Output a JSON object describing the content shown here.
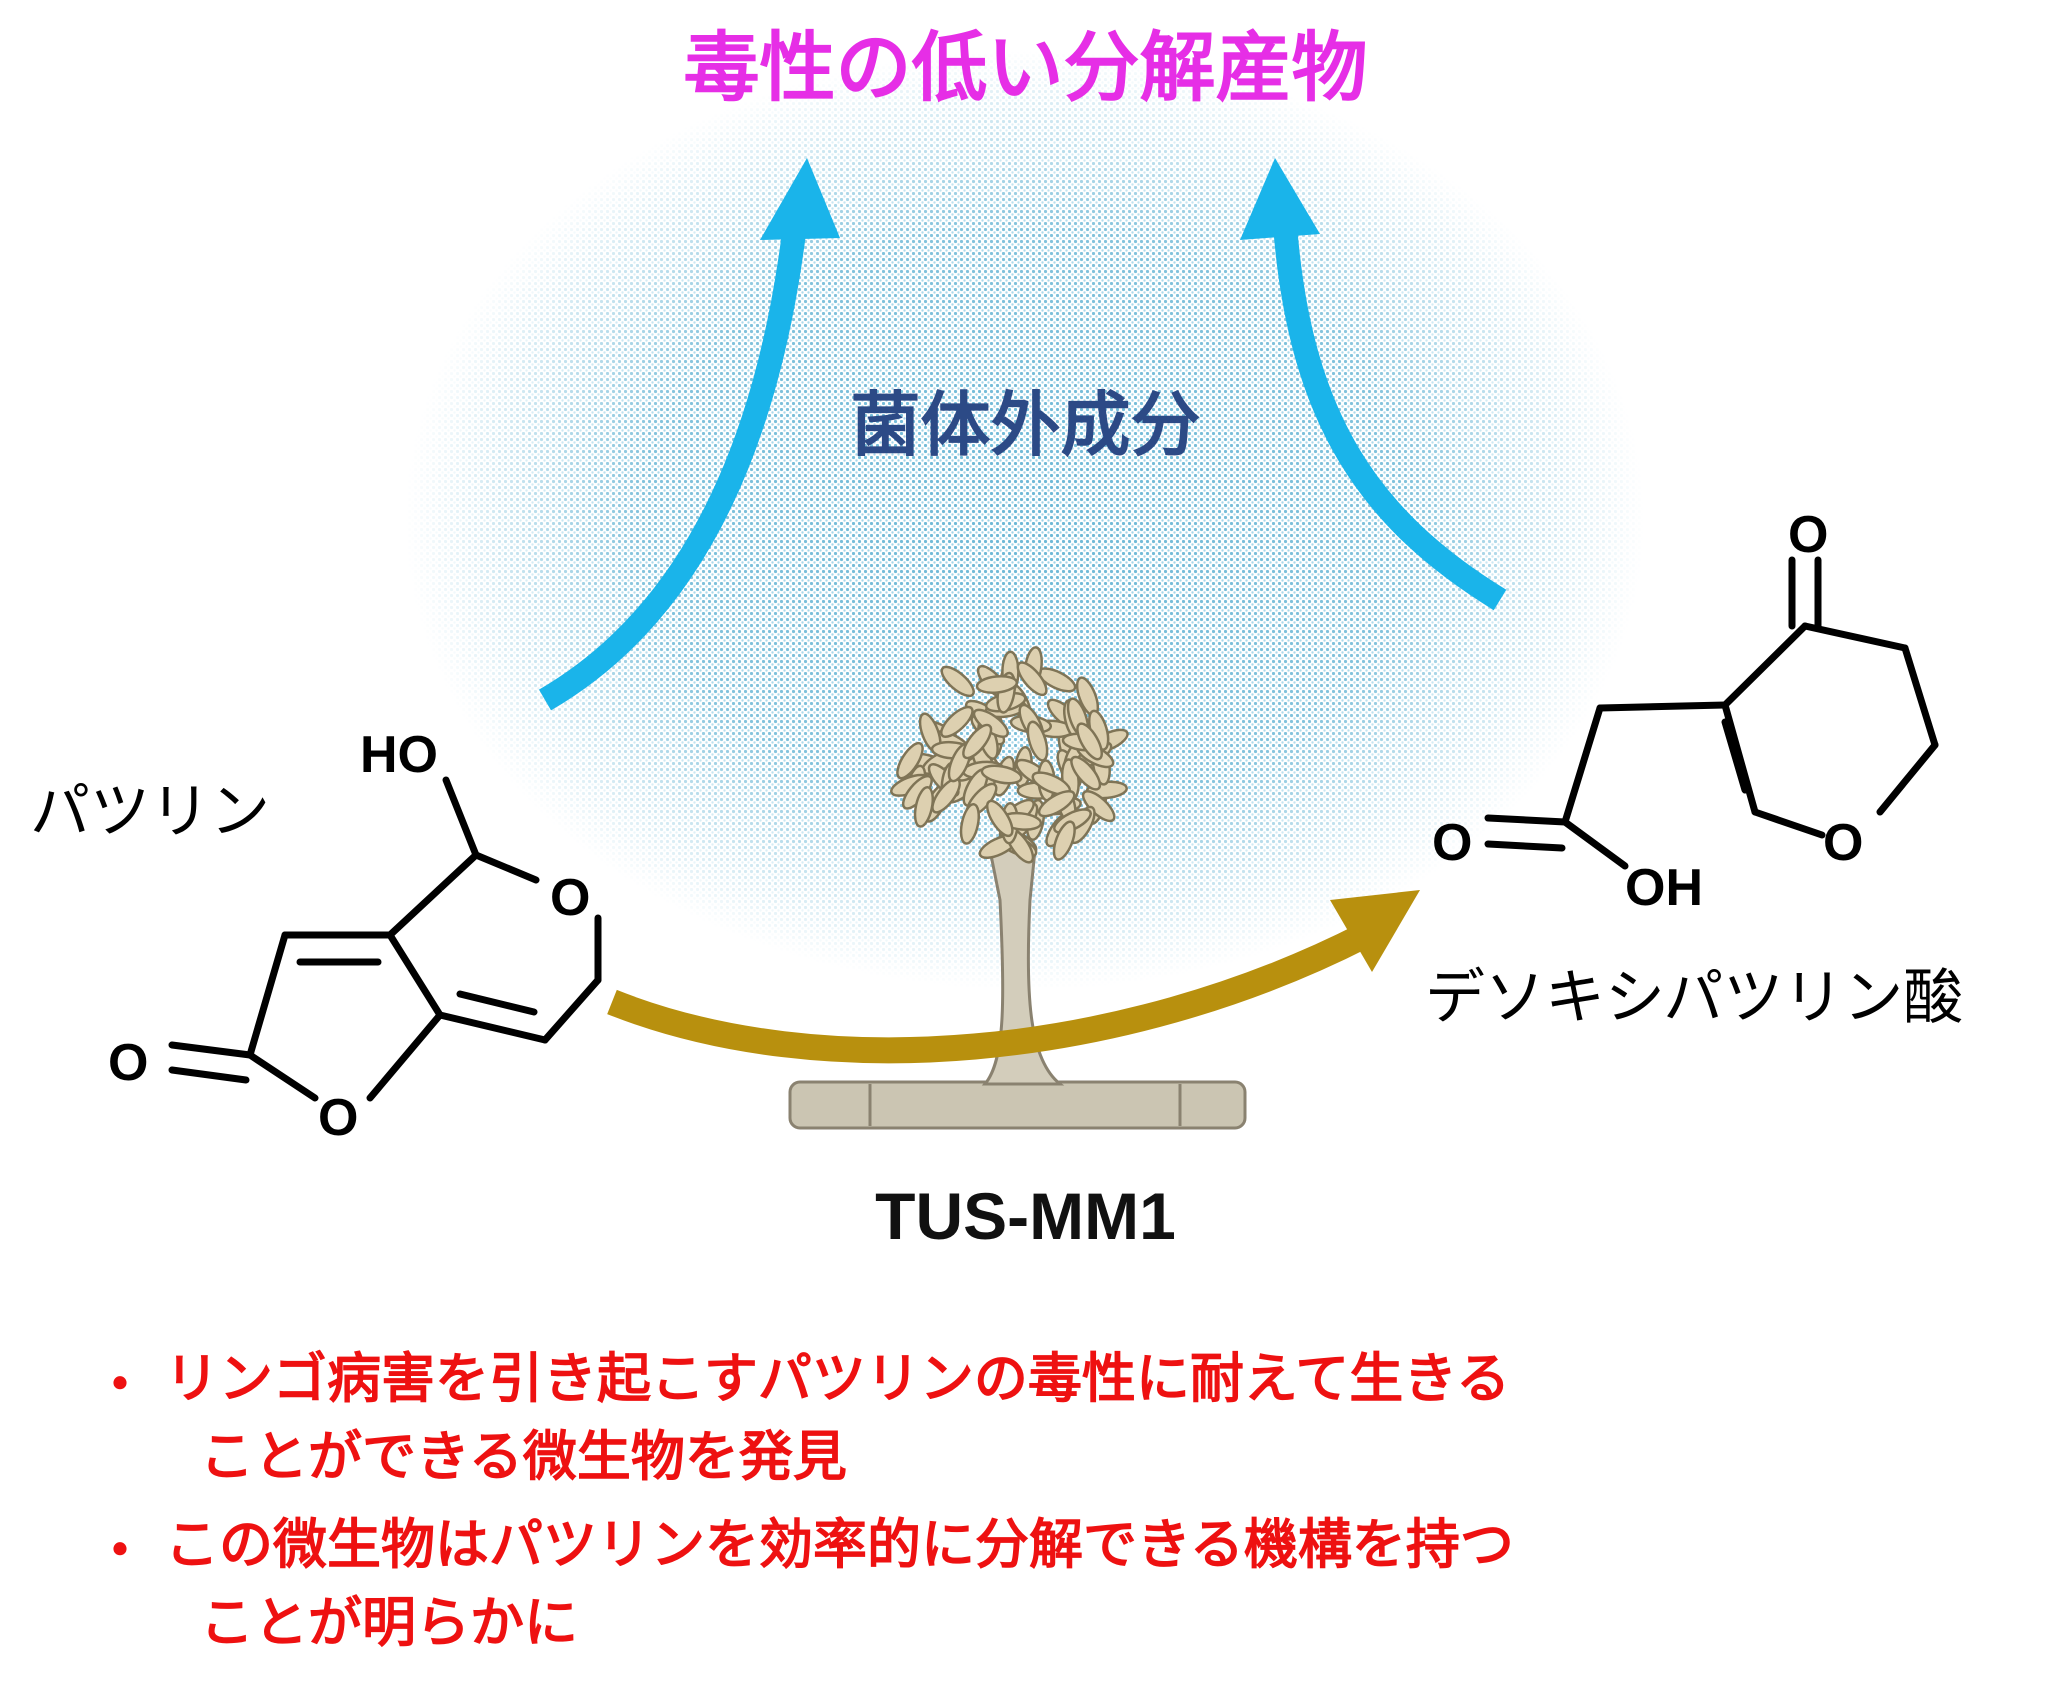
{
  "title": "毒性の低い分解産物",
  "center_label": "菌体外成分",
  "substrate": {
    "name": "パツリン",
    "atoms": {
      "hydroxyl": "HO",
      "ring_oxygen": "O",
      "carbonyl_oxygen": "O",
      "furan_oxygen": "O"
    }
  },
  "product": {
    "name": "デソキシパツリン酸",
    "atoms": {
      "ketone_oxygen": "O",
      "ring_oxygen": "O",
      "acid_oxygen": "O",
      "acid_hydroxyl": "OH"
    }
  },
  "organism": {
    "strain": "TUS-MM1"
  },
  "bullets": [
    {
      "marker": "・",
      "line1": "リンゴ病害を引き起こすパツリンの毒性に耐えて生きる",
      "line2": "ことができる微生物を発見"
    },
    {
      "marker": "・",
      "line1": "この微生物はパツリンを効率的に分解できる機構を持つ",
      "line2": "ことが明らかに"
    }
  ],
  "colors": {
    "title": "#e62ee6",
    "center_label": "#2c4a86",
    "arrows_up": "#1ab4ea",
    "arrow_conversion": "#b8900e",
    "bullets": "#ee1111",
    "cloud": "#7ec5df",
    "conidia": "#d9ccae",
    "hyphae": "#ccc6b4"
  },
  "icons": [
    "up-arrow-left",
    "up-arrow-right",
    "conversion-arrow",
    "fungus-conidiophore"
  ]
}
